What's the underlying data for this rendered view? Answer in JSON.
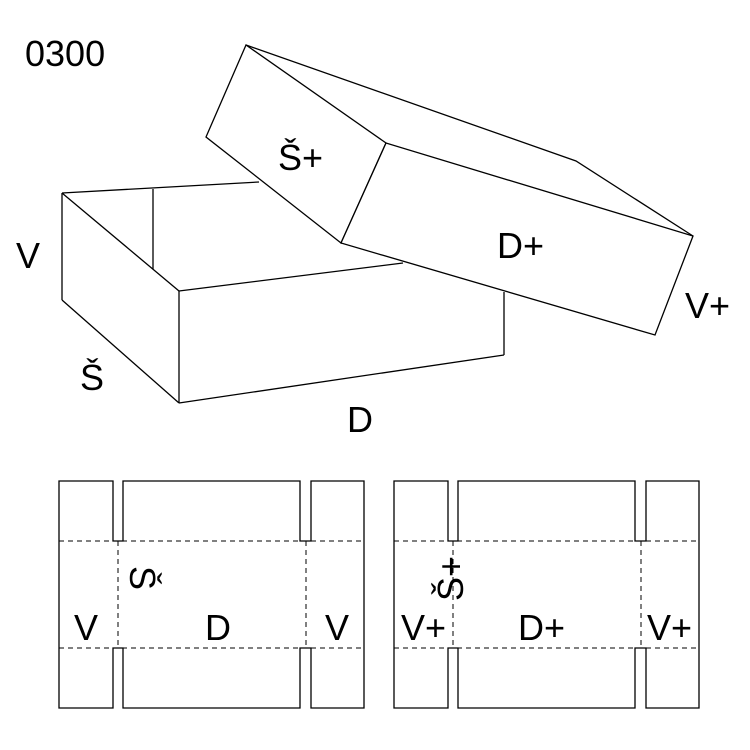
{
  "code": "0300",
  "box_labels": {
    "height": "V",
    "width": "Š",
    "length": "D"
  },
  "lid_labels": {
    "width": "Š+",
    "length": "D+",
    "height": "V+"
  },
  "box_net_labels": {
    "left": "V",
    "width": "Š",
    "length": "D",
    "right": "V"
  },
  "lid_net_labels": {
    "left": "V+",
    "width": "Š+",
    "length": "D+",
    "right": "V+"
  }
}
